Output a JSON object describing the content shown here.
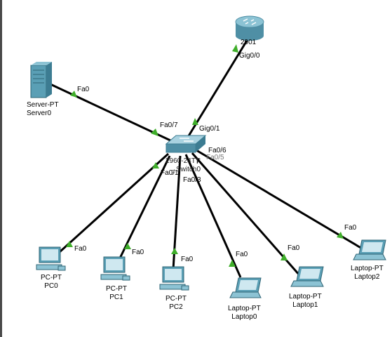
{
  "devices": {
    "router": {
      "name": "2901"
    },
    "switch": {
      "model": "2960-24TT",
      "name": "Switch0"
    },
    "server": {
      "type": "Server-PT",
      "name": "Server0"
    },
    "pc0": {
      "type": "PC-PT",
      "name": "PC0"
    },
    "pc1": {
      "type": "PC-PT",
      "name": "PC1"
    },
    "pc2": {
      "type": "PC-PT",
      "name": "PC2"
    },
    "laptop0": {
      "type": "Laptop-PT",
      "name": "Laptop0"
    },
    "laptop1": {
      "type": "Laptop-PT",
      "name": "Laptop1"
    },
    "laptop2": {
      "type": "Laptop-PT",
      "name": "Laptop2"
    }
  },
  "links": {
    "router_switch": {
      "a": "Gig0/0",
      "b": "Gig0/1"
    },
    "server_switch": {
      "a": "Fa0",
      "b": "Fa0/7"
    },
    "pc0_switch": {
      "a": "Fa0",
      "b": "Fa0/1"
    },
    "pc1_switch": {
      "a": "Fa0",
      "b": "F"
    },
    "pc2_switch": {
      "a": "Fa0",
      "b": "Fa0/3"
    },
    "laptop0_switch": {
      "a": "Fa0",
      "b": "F"
    },
    "laptop1_switch": {
      "a": "Fa0",
      "b": "Fa0/5"
    },
    "laptop2_switch": {
      "a": "Fa0",
      "b": "Fa0/6"
    }
  },
  "colors": {
    "link": "#000000",
    "port_up": "#3fae2a",
    "device_blue": "#5a9fb5"
  }
}
